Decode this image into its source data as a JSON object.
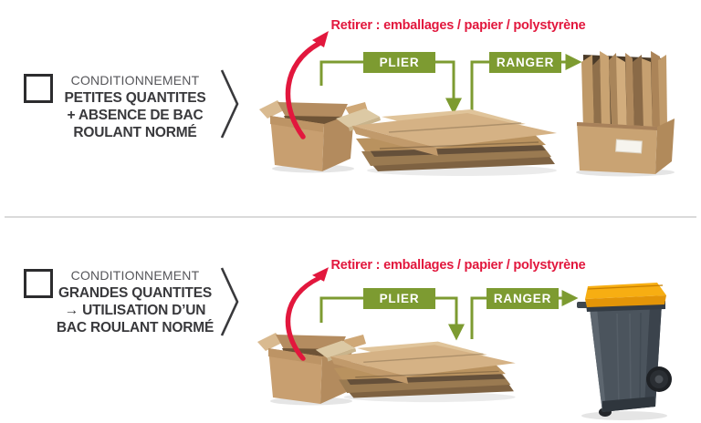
{
  "colors": {
    "flow_green": "#7d9b31",
    "accent_red": "#e2173d",
    "text_dark": "#39393c",
    "text_gray": "#56565a",
    "divider_gray": "#dadada",
    "cardboard_tan": "#c89f70",
    "bin_body_gray": "#4b545d",
    "bin_lid_yellow": "#f3a30d"
  },
  "rows": [
    {
      "id": "small-quantities",
      "condition": {
        "line1": "CONDITIONNEMENT",
        "line2": "PETITES QUANTITES",
        "line3": "+ ABSENCE DE BAC",
        "line4": "ROULANT NORMÉ"
      },
      "remove_label": "Retirer : emballages / papier / polystyrène",
      "steps": {
        "fold": "PLIER",
        "store": "RANGER"
      },
      "illustrations": [
        "open-cardboard-box",
        "folded-cardboard-pile",
        "cardboard-storage-box"
      ]
    },
    {
      "id": "large-quantities",
      "condition": {
        "line1": "CONDITIONNEMENT",
        "line2": "GRANDES QUANTITES",
        "line3": "→ UTILISATION D’UN",
        "line4": "BAC ROULANT NORMÉ"
      },
      "remove_label": "Retirer : emballages / papier / polystyrène",
      "steps": {
        "fold": "PLIER",
        "store": "RANGER"
      },
      "illustrations": [
        "open-cardboard-box",
        "folded-cardboard-pile",
        "yellow-lid-wheelie-bin"
      ]
    }
  ]
}
